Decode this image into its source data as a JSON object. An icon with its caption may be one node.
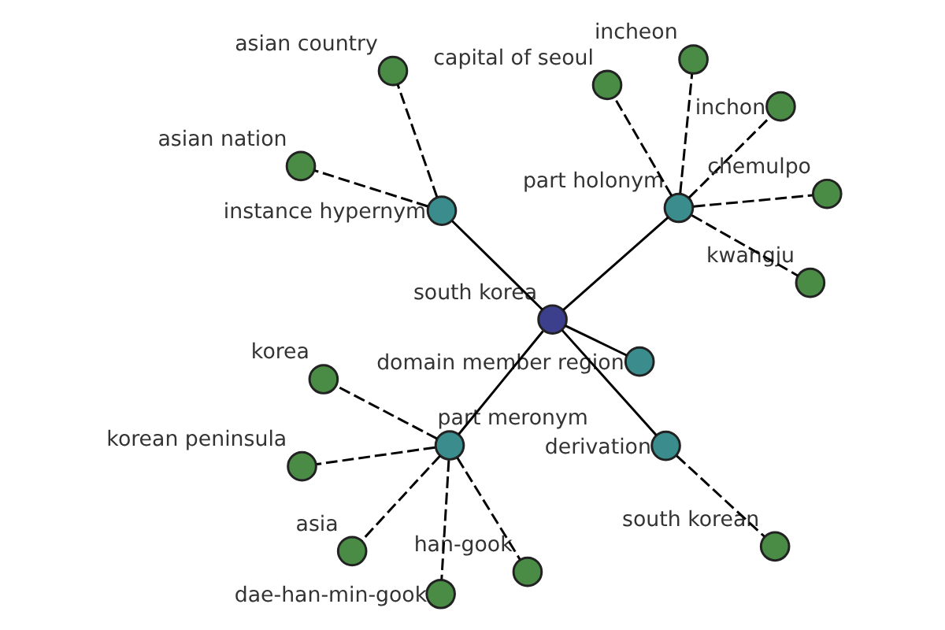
{
  "diagram": {
    "nodes": [
      {
        "text": [
          "korean peninsula"
        ]
      },
      {
        "text": [
          "han-gook"
        ]
      },
      {
        "text": [
          "dae-han-min-gook"
        ]
      },
      {
        "text": [
          "inchon"
        ]
      },
      {
        "text": [
          "domain member region"
        ]
      },
      {
        "text": [
          "part meronym"
        ]
      },
      {
        "text": [
          "south korean"
        ]
      },
      {
        "text": [
          "derivation"
        ]
      },
      {
        "text": [
          "asia"
        ]
      },
      {
        "text": [
          "south korea"
        ]
      },
      {
        "text": [
          "capital of seoul"
        ]
      },
      {
        "text": [
          "korea"
        ]
      },
      {
        "text": [
          "part holonym"
        ]
      },
      {
        "text": [
          "chemulpo"
        ]
      },
      {
        "text": [
          "instance hypernym"
        ]
      },
      {
        "text": [
          "kwangju"
        ]
      },
      {
        "text": [
          "asian country"
        ]
      },
      {
        "text": [
          "incheon"
        ]
      },
      {
        "text": [
          "asian nation"
        ]
      }
    ],
    "edges": [
      {
        "from": 9,
        "to": 5,
        "arrow": "none"
      },
      {
        "from": 9,
        "to": 4,
        "arrow": "none"
      },
      {
        "from": 9,
        "to": 7,
        "arrow": "none"
      },
      {
        "from": 9,
        "to": 12,
        "arrow": "none"
      },
      {
        "from": 9,
        "to": 14,
        "arrow": "none"
      },
      {
        "from": 5,
        "to": 0,
        "arrow": "none",
        "style": "dashed"
      },
      {
        "from": 5,
        "to": 1,
        "arrow": "none",
        "style": "dashed"
      },
      {
        "from": 5,
        "to": 2,
        "arrow": "none",
        "style": "dashed"
      },
      {
        "from": 5,
        "to": 8,
        "arrow": "none",
        "style": "dashed"
      },
      {
        "from": 5,
        "to": 11,
        "arrow": "none",
        "style": "dashed"
      },
      {
        "from": 7,
        "to": 6,
        "arrow": "none",
        "style": "dashed"
      },
      {
        "from": 12,
        "to": 3,
        "arrow": "none",
        "style": "dashed"
      },
      {
        "from": 12,
        "to": 10,
        "arrow": "none",
        "style": "dashed"
      },
      {
        "from": 12,
        "to": 13,
        "arrow": "none",
        "style": "dashed"
      },
      {
        "from": 12,
        "to": 15,
        "arrow": "none",
        "style": "dashed"
      },
      {
        "from": 12,
        "to": 17,
        "arrow": "none",
        "style": "dashed"
      },
      {
        "from": 14,
        "to": 16,
        "arrow": "none",
        "style": "dashed"
      },
      {
        "from": 14,
        "to": 18,
        "arrow": "none",
        "style": "dashed"
      }
    ]
  }
}
